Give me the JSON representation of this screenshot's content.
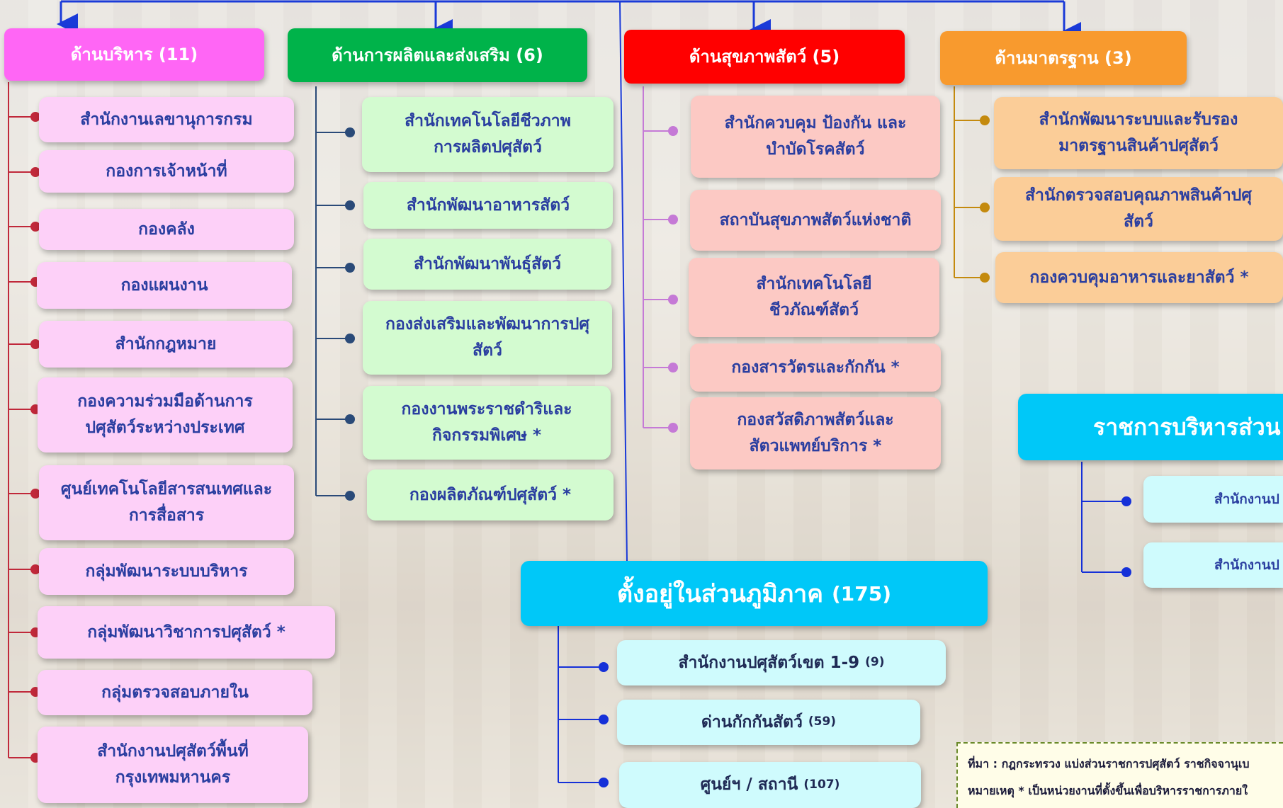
{
  "colors": {
    "admin": "#ff66f5",
    "production": "#00b34a",
    "health": "#ff0000",
    "standard": "#f89a2e",
    "regional": "#00c8f8"
  },
  "headers": {
    "admin": "ด้านบริหาร (11)",
    "production": "ด้านการผลิตและส่งเสริม (6)",
    "health": "ด้านสุขภาพสัตว์ (5)",
    "standard": "ด้านมาตรฐาน (3)"
  },
  "admin_items": [
    "สำนักงานเลขานุการกรม",
    "กองการเจ้าหน้าที่",
    "กองคลัง",
    "กองแผนงาน",
    "สำนักกฎหมาย",
    "กองความร่วมมือด้านการ\nปศุสัตว์ระหว่างประเทศ",
    "ศูนย์เทคโนโลยีสารสนเทศและ\nการสื่อสาร",
    "กลุ่มพัฒนาระบบบริหาร",
    "กลุ่มพัฒนาวิชาการปศุสัตว์ *",
    "กลุ่มตรวจสอบภายใน",
    "สำนักงานปศุสัตว์พื้นที่\nกรุงเทพมหานคร"
  ],
  "production_items": [
    "สำนักเทคโนโลยีชีวภาพ\nการผลิตปศุสัตว์",
    "สำนักพัฒนาอาหารสัตว์",
    "สำนักพัฒนาพันธุ์สัตว์",
    "กองส่งเสริมและพัฒนาการปศุ\nสัตว์",
    "กองงานพระราชดำริและ\nกิจกรรมพิเศษ *",
    "กองผลิตภัณฑ์ปศุสัตว์ *"
  ],
  "health_items": [
    "สำนักควบคุม ป้องกัน และ\nบำบัดโรคสัตว์",
    "สถาบันสุขภาพสัตว์แห่งชาติ",
    "สำนักเทคโนโลยี\nชีวภัณฑ์สัตว์",
    "กองสารวัตรและกักกัน *",
    "กองสวัสดิภาพสัตว์และ\nสัตวแพทย์บริการ *"
  ],
  "standard_items": [
    "สำนักพัฒนาระบบและรับรอง\nมาตรฐานสินค้าปศุสัตว์",
    "สำนักตรวจสอบคุณภาพสินค้าปศุ\nสัตว์",
    "กองควบคุมอาหารและยาสัตว์ *"
  ],
  "regional": {
    "title": "ตั้งอยู่ในส่วนภูมิภาค",
    "count": "(175)",
    "items": [
      {
        "label": "สำนักงานปศุสัตว์เขต 1-9",
        "count": "(9)"
      },
      {
        "label": "ด่านกักกันสัตว์",
        "count": "(59)"
      },
      {
        "label": "ศูนย์ฯ / สถานี",
        "count": "(107)"
      }
    ]
  },
  "local_admin": {
    "title": "ราชการบริหารส่วน",
    "items": [
      "สำนักงานป",
      "สำนักงานป"
    ]
  },
  "note": {
    "source": "ที่มา : กฎกระทรวง แบ่งส่วนราชการปศุสัตว์ ราชกิจจานุเบ",
    "remark": "หมายเหตุ * เป็นหน่วยงานที่ตั้งขึ้นเพื่อบริหารราชการภายใ"
  }
}
